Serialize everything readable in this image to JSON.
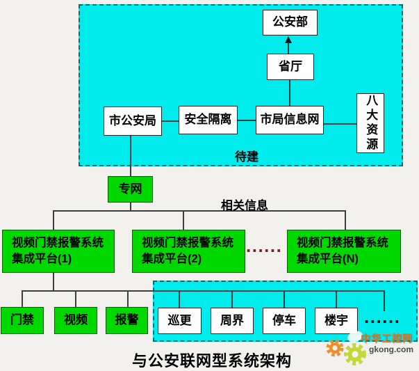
{
  "title": "与公安联网型系统架构",
  "zones": {
    "pending_label": "待建",
    "related_info_label": "相关信息"
  },
  "nodes": {
    "ministry": "公安部",
    "province": "省厅",
    "city_bureau": "市公安局",
    "security_isolation": "安全隔离",
    "city_info_network": "市局信息网",
    "eight_resources": "八大资源",
    "private_network": "专网"
  },
  "platforms": [
    {
      "line1": "视频门禁报警系统",
      "line2": "集成平台(1)"
    },
    {
      "line1": "视频门禁报警系统",
      "line2": "集成平台(2)"
    },
    {
      "line1": "视频门禁报警系统",
      "line2": "集成平台(N)"
    }
  ],
  "platform_ellipsis": "......",
  "subsystems": {
    "green": [
      "门禁",
      "视频",
      "报警"
    ],
    "white": [
      "巡更",
      "周界",
      "停车",
      "楼宇"
    ],
    "ellipsis": "......"
  },
  "colors": {
    "zone_fill": "#00ecec",
    "zone_dash": "#056d6d",
    "green_fill": "#00d800",
    "line": "#3d3d3d",
    "red_ellipsis": "#7a2020",
    "brand_orange": "#e8731c",
    "gear_green": "#b8d432"
  },
  "watermark": {
    "brand": "中华工控网",
    "domain": "gkong.com"
  }
}
